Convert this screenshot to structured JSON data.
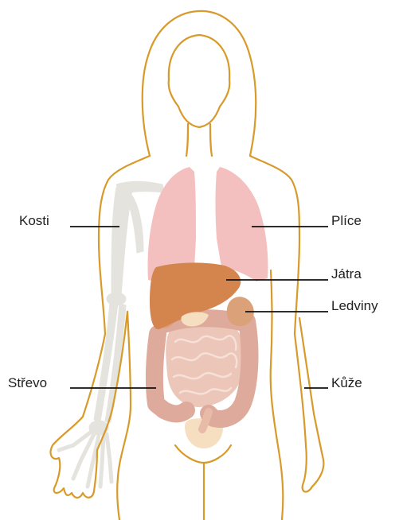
{
  "labels": {
    "kosti": "Kosti",
    "strevo": "Střevo",
    "plice": "Plíce",
    "jatra": "Játra",
    "ledviny": "Ledviny",
    "kuze": "Kůže"
  },
  "colors": {
    "outline": "#d89a2a",
    "bone": "#e4e3dd",
    "lung": "#f3c0bf",
    "liver": "#d4854e",
    "kidney": "#dba27a",
    "intestine": "#ecc6b8",
    "colon": "#deaa9c",
    "bladder": "#f6dfc1",
    "leader": "#111111"
  }
}
